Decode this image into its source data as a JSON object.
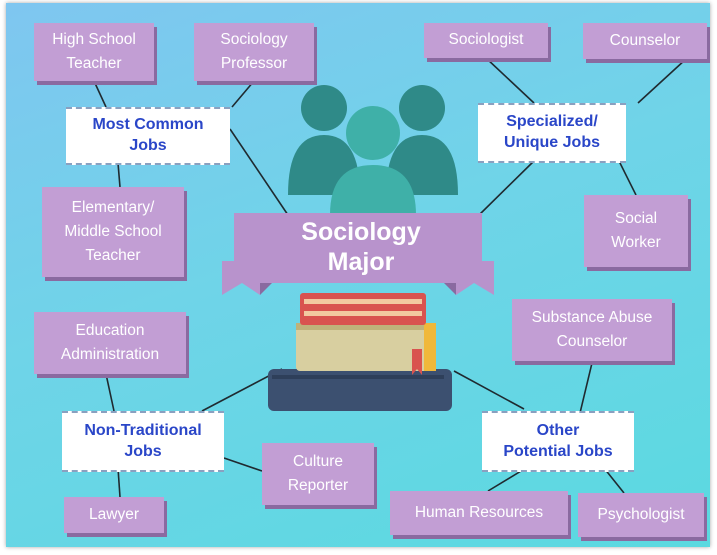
{
  "center": {
    "title": "Sociology\nMajor"
  },
  "categories": {
    "most_common": "Most Common\nJobs",
    "specialized": "Specialized/\nUnique Jobs",
    "non_traditional": "Non-Traditional\nJobs",
    "other_potential": "Other\nPotential Jobs"
  },
  "jobs": {
    "high_school_teacher": "High School\nTeacher",
    "sociology_professor": "Sociology\nProfessor",
    "elementary_teacher": "Elementary/\nMiddle School\nTeacher",
    "sociologist": "Sociologist",
    "counselor": "Counselor",
    "social_worker": "Social\nWorker",
    "education_administration": "Education\nAdministration",
    "lawyer": "Lawyer",
    "culture_reporter": "Culture\nReporter",
    "substance_abuse_counselor": "Substance Abuse\nCounselor",
    "human_resources": "Human Resources",
    "psychologist": "Psychologist"
  },
  "colors": {
    "background_start": "#7fc6f0",
    "background_end": "#5ad9e0",
    "job_box": "#c29ed4",
    "banner": "#b893cc",
    "people_icon": "#2f8a88",
    "people_icon_front": "#3fb0a8",
    "category_text": "#2a46c8",
    "book_red": "#d9534f",
    "book_beige": "#d8cfa0",
    "book_navy": "#3c5070"
  },
  "icons": [
    "people-group-icon",
    "book-stack-icon",
    "ribbon-banner"
  ]
}
